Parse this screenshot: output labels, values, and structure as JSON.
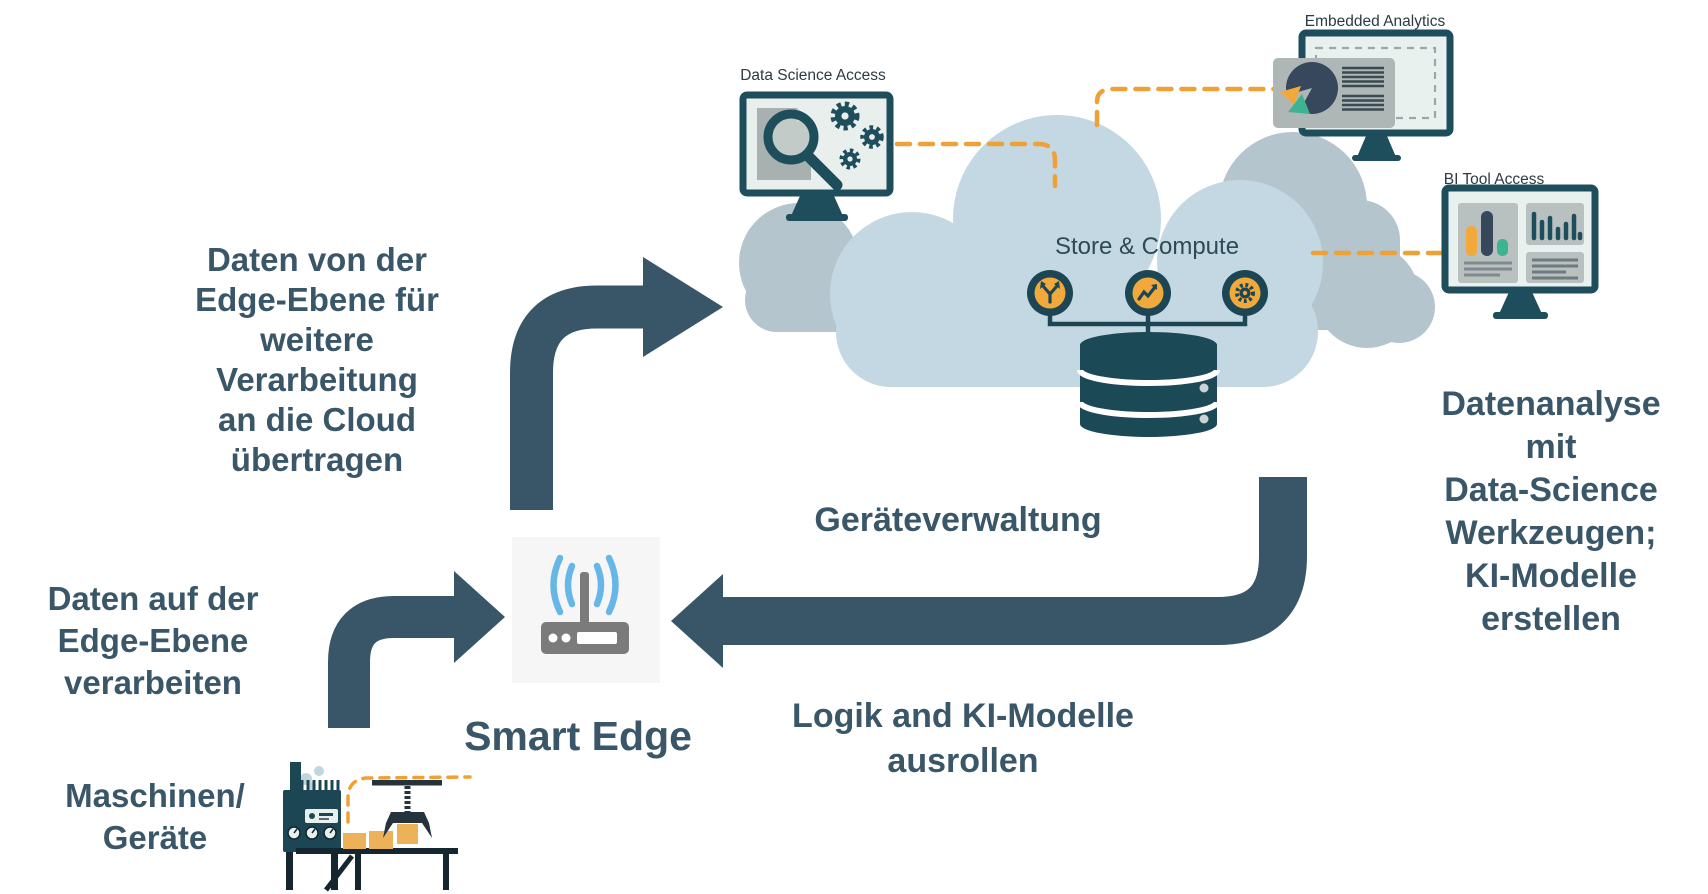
{
  "colors": {
    "arrow_slate": "#395669",
    "text_slate": "#3A5669",
    "icon_teal": "#1E4E5C",
    "machine_teal": "#1C4654",
    "orange": "#F2A93B",
    "dash_orange": "#F0A136",
    "cloud_light": "#C3D8E3",
    "cloud_gray": "#B4C5CD",
    "green_teal": "#3EB392",
    "wifi_blue": "#66B6E8",
    "router_gray": "#7B7B7B",
    "screen_bg": "#E8EFEC",
    "panel_gray": "#AFB6B6"
  },
  "cloud": {
    "title": "Store & Compute",
    "services": [
      {
        "icon": "branch-icon"
      },
      {
        "icon": "trend-icon"
      },
      {
        "icon": "gear-icon"
      }
    ]
  },
  "monitors": {
    "data_science": {
      "label": "Data Science Access"
    },
    "embedded_analytics": {
      "label": "Embedded Analytics"
    },
    "bi_tool": {
      "label": "BI Tool Access"
    }
  },
  "edge": {
    "label": "Smart Edge"
  },
  "annotations": {
    "upload": {
      "lines": [
        "Daten von der",
        "Edge-Ebene für",
        "weitere",
        "Verarbeitung",
        "an die Cloud",
        "übertragen"
      ]
    },
    "process_on_edge": {
      "lines": [
        "Daten auf der",
        "Edge-Ebene",
        "verarbeiten"
      ]
    },
    "machines": {
      "lines": [
        "Maschinen/",
        "Geräte"
      ]
    },
    "device_management": {
      "text": "Geräteverwaltung"
    },
    "deploy": {
      "lines": [
        "Logik and KI-Modelle",
        "ausrollen"
      ]
    },
    "analysis": {
      "lines": [
        "Datenanalyse mit",
        "Data-Science",
        "Werkzeugen;",
        "KI-Modelle",
        "erstellen"
      ]
    }
  }
}
